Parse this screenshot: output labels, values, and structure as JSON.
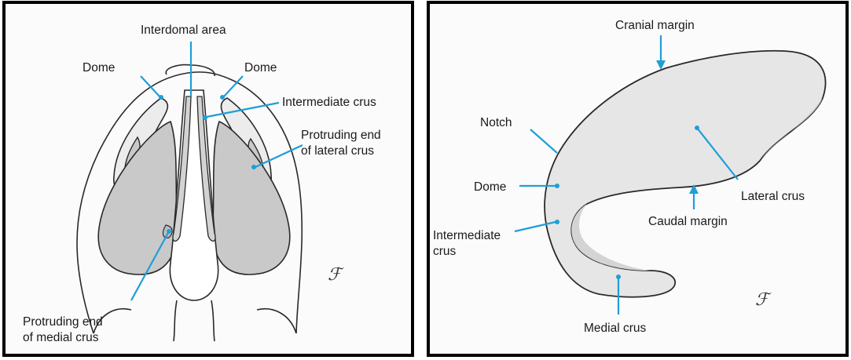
{
  "left_diagram": {
    "labels": {
      "interdomal_area": "Interdomal area",
      "dome_left": "Dome",
      "dome_right": "Dome",
      "intermediate_crus": "Intermediate crus",
      "protruding_lateral_line1": "Protruding end",
      "protruding_lateral_line2": "of lateral crus",
      "protruding_medial_line1": "Protruding end",
      "protruding_medial_line2": "of medial crus"
    },
    "signature": "ℱ"
  },
  "right_diagram": {
    "labels": {
      "cranial_margin": "Cranial margin",
      "notch": "Notch",
      "lateral_crus": "Lateral crus",
      "dome": "Dome",
      "caudal_margin": "Caudal margin",
      "intermediate_crus_line1": "Intermediate",
      "intermediate_crus_line2": "crus",
      "medial_crus": "Medial crus"
    },
    "signature": "ℱ"
  },
  "colors": {
    "pointer": "#1e9fd8",
    "cartilage_fill": "#c9c9c9",
    "border": "#000000"
  }
}
